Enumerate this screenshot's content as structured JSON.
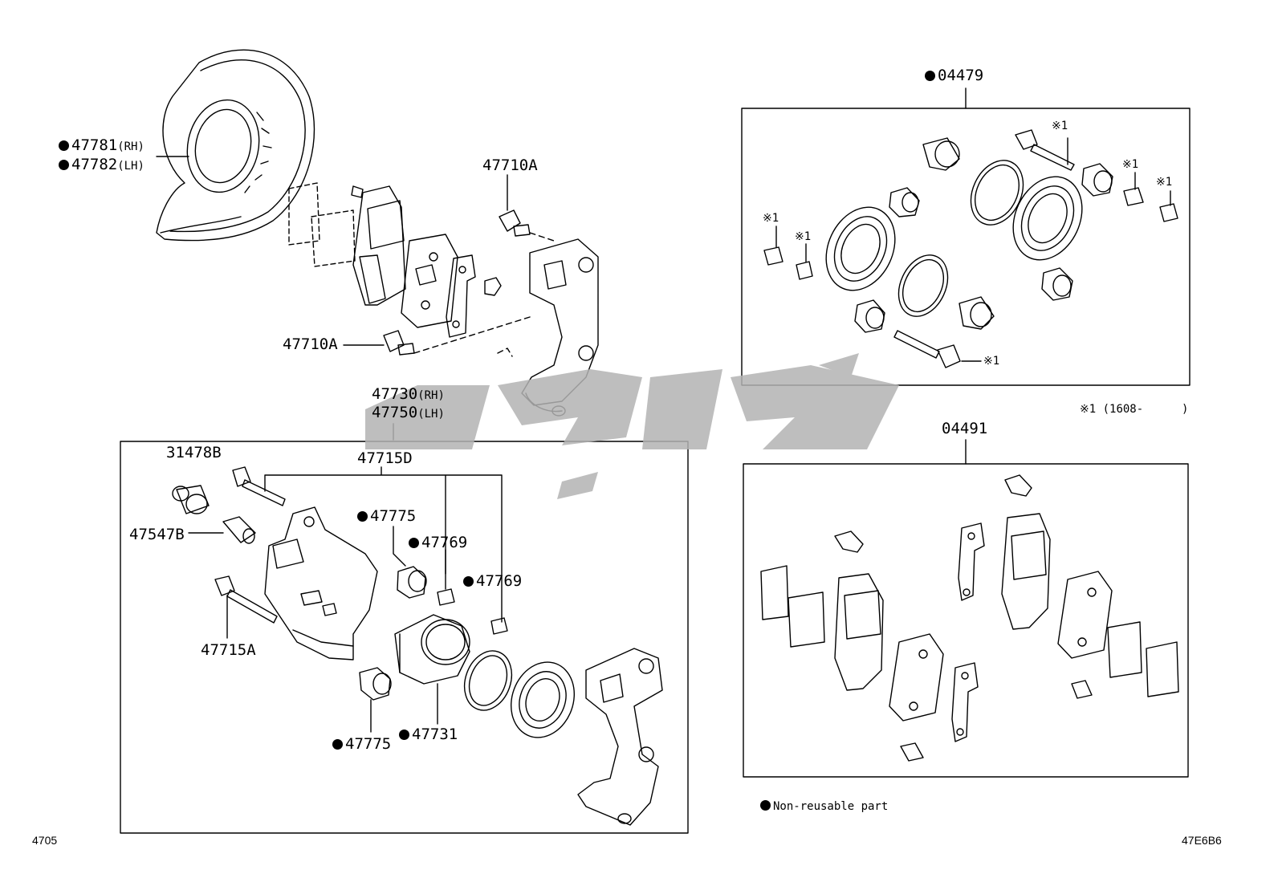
{
  "labels": {
    "p47781": "47781",
    "p47781_side": "(RH)",
    "p47782": "47782",
    "p47782_side": "(LH)",
    "p47710a_top": "47710A",
    "p47710a_mid": "47710A",
    "p47730": "47730",
    "p47730_side": "(RH)",
    "p47750": "47750",
    "p47750_side": "(LH)",
    "p31478b": "31478B",
    "p47715d": "47715D",
    "p47547b": "47547B",
    "p47775_top": "47775",
    "p47769_top": "47769",
    "p47769_right": "47769",
    "p47715a": "47715A",
    "p47775_bottom": "47775",
    "p47731": "47731",
    "p04479": "04479",
    "kit_mark": "※1",
    "note_range": "※1 (1608-",
    "note_close": ")",
    "p04491": "04491",
    "legend_text": "Non-reusable part",
    "page_code": "4705",
    "diagram_code": "47E6B6"
  },
  "watermark_color": "#b3b3b3"
}
